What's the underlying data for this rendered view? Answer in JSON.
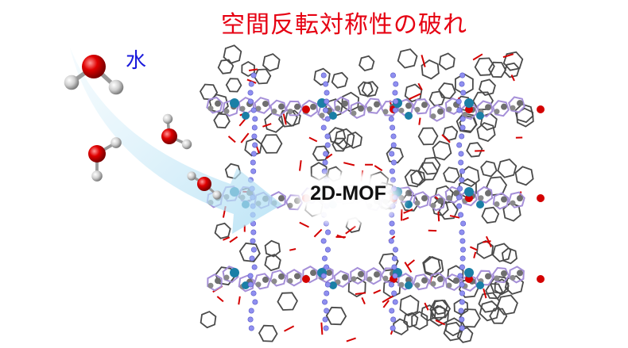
{
  "title": "空間反転対称性の破れ",
  "water_label": "水",
  "mof_label": "2D-MOF",
  "colors": {
    "title": "#e60012",
    "water_label": "#1a1adc",
    "oxygen": "#d40000",
    "hydrogen": "#c8c8c8",
    "arrow": "#bfe6f5",
    "framework": "#4a4a4a",
    "metal": "#1a7fa6",
    "ligand": "#a58fd8",
    "linker": "#8f8ff0"
  }
}
